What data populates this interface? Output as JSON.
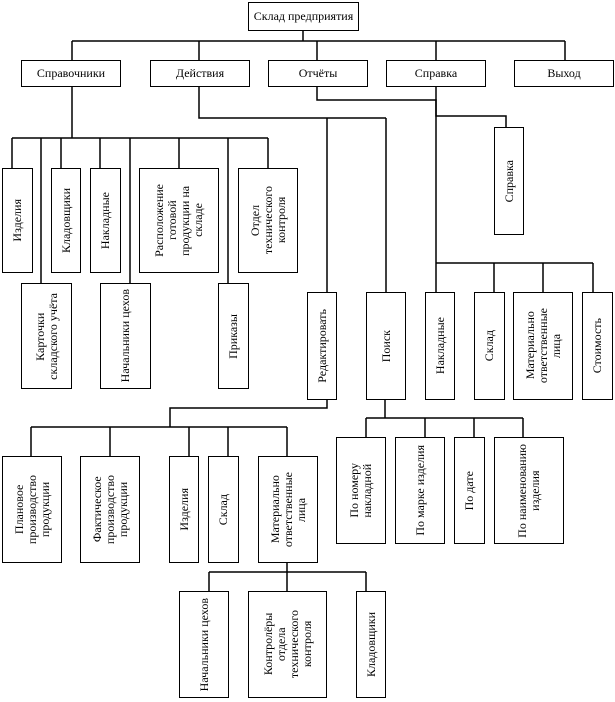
{
  "root": "Склад предприятия",
  "menu": [
    "Справочники",
    "Действия",
    "Отчёты",
    "Справка",
    "Выход"
  ],
  "references": {
    "row1": [
      "Изделия",
      "Кладовщики",
      "Накладные",
      "Расположение\nготовой\nпродукции на\nскладе",
      "Отдел\nтехнического\nконтроля"
    ],
    "row2": [
      "Карточки\nскладского учёта",
      "Начальники цехов",
      "Приказы"
    ]
  },
  "actions": [
    "Редактировать",
    "Поиск"
  ],
  "edit_items": [
    "Плановое\nпроизводство\nпродукции",
    "Фактическое\nпроизводство\nпродукции",
    "Изделия",
    "Склад",
    "Материально\nответственные\nлица"
  ],
  "responsible_persons": [
    "Начальники цехов",
    "Контролёры\nотдела\nтехнического\nконтроля",
    "Кладовщики"
  ],
  "search_items": [
    "По номеру\nнакладной",
    "По марке изделия",
    "По дате",
    "По наименованию\nизделия"
  ],
  "reports": [
    "Накладные",
    "Склад",
    "Материально\nответственные\nлица",
    "Стоимость"
  ],
  "help_items": [
    "Справка"
  ]
}
